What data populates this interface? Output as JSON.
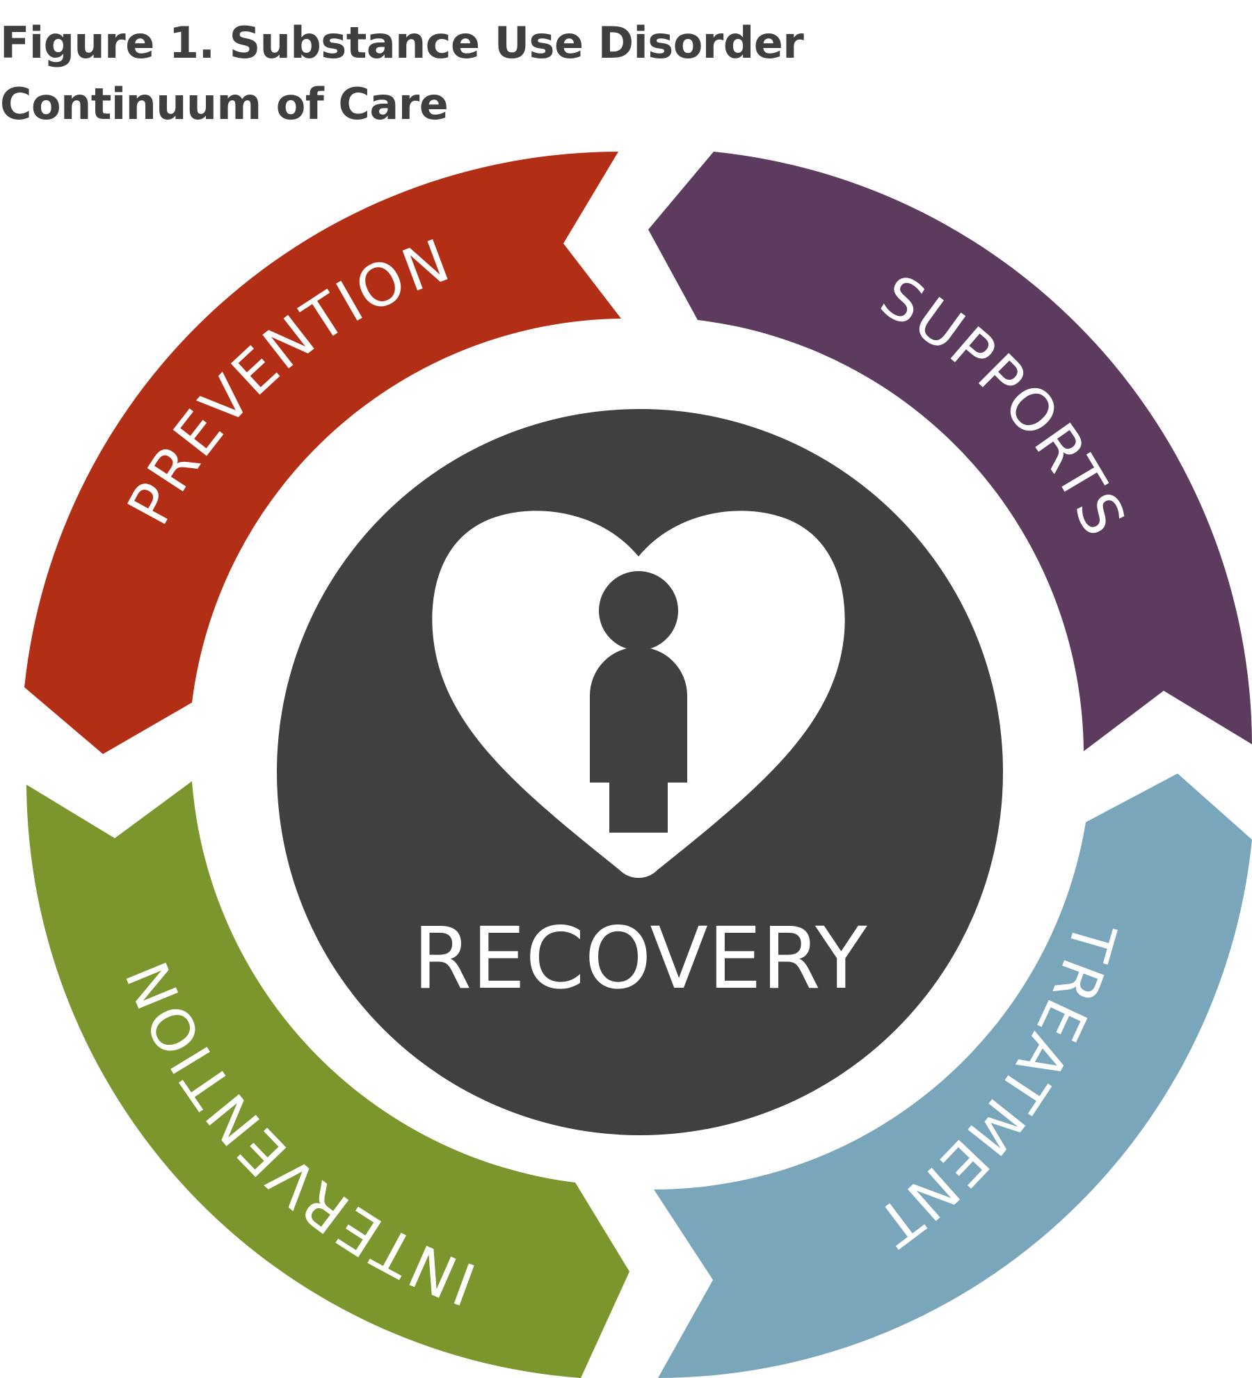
{
  "title": {
    "line1": "Figure 1. Substance Use Disorder",
    "line2": "Continuum of Care"
  },
  "segments": {
    "prevention": {
      "label": "PREVENTION",
      "color": "#b22e14"
    },
    "supports": {
      "label": "SUPPORTS",
      "color": "#5d3b5e"
    },
    "treatment": {
      "label": "TREATMENT",
      "color": "#7aa6bb"
    },
    "intervention": {
      "label": "INTERVENTION",
      "color": "#7a962d"
    }
  },
  "center": {
    "label": "RECOVERY",
    "color": "#403f41",
    "icon": "heart-with-person-icon"
  }
}
